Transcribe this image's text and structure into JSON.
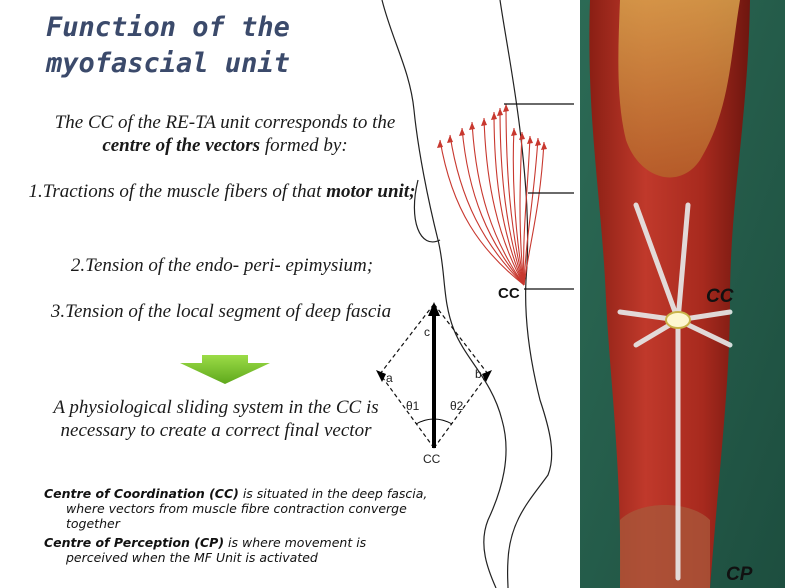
{
  "title_line1": "Function of the",
  "title_line2": "myofascial unit",
  "intro": {
    "pre": "The CC of the RE-TA  unit corresponds to the ",
    "bold": "centre of the vectors",
    "post": " formed by:"
  },
  "points": {
    "p1_pre": "1.Tractions of the muscle fibers of that ",
    "p1_bold": "motor unit;",
    "p2": "2.Tension of the endo- peri- epimysium;",
    "p3": "3.Tension of the local segment of deep fascia"
  },
  "conclusion": "A physiological sliding system in the CC is necessary to create a correct final vector",
  "definitions": {
    "cc_term": "Centre of Coordination (CC)",
    "cc_text_inline": " is situated in the deep fascia,",
    "cc_text_rest": "where vectors from muscle fibre contraction converge together",
    "cp_term": "Centre of Perception (CP)",
    "cp_text_inline": "  is where movement is",
    "cp_text_rest": "perceived when the MF Unit is activated"
  },
  "vector_diagram": {
    "label_a": "a",
    "label_b": "b",
    "label_c": "c",
    "label_theta1": "θ1",
    "label_theta2": "θ2",
    "label_cc": "CC"
  },
  "leg_drawing": {
    "label_cc": "CC"
  },
  "photo": {
    "label_cc": "CC",
    "label_cp": "CP"
  },
  "colors": {
    "title": "#3b4a6b",
    "fiber_red": "#c8382f",
    "arrow_green": "#7dc42e"
  }
}
